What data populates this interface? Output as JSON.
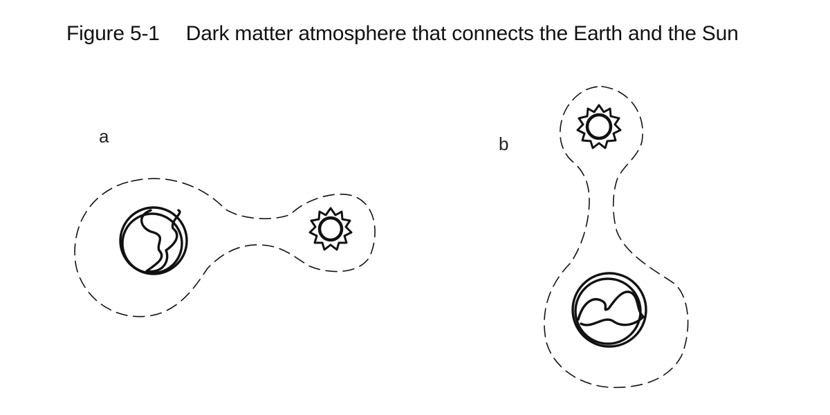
{
  "caption": {
    "number": "Figure 5-1",
    "title": "Dark matter atmosphere that connects the Earth and the Sun"
  },
  "panels": [
    {
      "label": "a"
    },
    {
      "label": "b"
    }
  ],
  "colors": {
    "ink": "#111111",
    "background": "#ffffff"
  },
  "icons": {
    "earth": "earth-icon",
    "sun": "sun-icon"
  }
}
